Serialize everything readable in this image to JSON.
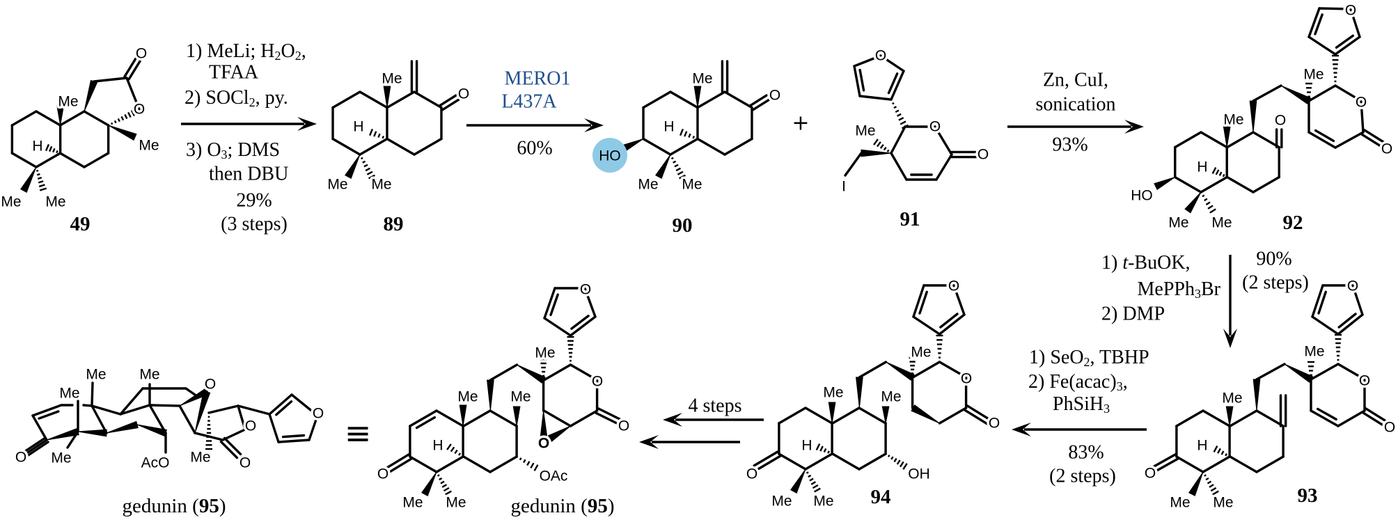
{
  "compounds": {
    "c49": {
      "label": "49",
      "atoms": [
        "Me",
        "H",
        "O",
        "O",
        "Me",
        "Me",
        "Me"
      ]
    },
    "c89": {
      "label": "89",
      "atoms": [
        "Me",
        "H",
        "O",
        "Me",
        "Me"
      ]
    },
    "c90": {
      "label": "90",
      "atoms": [
        "Me",
        "H",
        "O",
        "Me",
        "Me",
        "HO"
      ],
      "highlight_color": "#8ecae6"
    },
    "c91": {
      "label": "91",
      "atoms": [
        "O",
        "O",
        "O",
        "Me",
        "I"
      ]
    },
    "c92": {
      "label": "92",
      "atoms": [
        "Me",
        "O",
        "H",
        "HO",
        "Me",
        "Me",
        "Me",
        "O",
        "O",
        "O"
      ]
    },
    "c93": {
      "label": "93",
      "atoms": [
        "O",
        "Me",
        "Me",
        "H",
        "Me",
        "Me",
        "O",
        "O",
        "O"
      ]
    },
    "c94": {
      "label": "94",
      "atoms": [
        "O",
        "Me",
        "Me",
        "H",
        "Me",
        "Me",
        "Me",
        "OH",
        "O",
        "O",
        "O"
      ]
    },
    "c95_flat": {
      "label_parts": [
        "gedunin (",
        "95",
        ")"
      ],
      "atoms": [
        "O",
        "Me",
        "Me",
        "H",
        "Me",
        "Me",
        "Me",
        "OAc",
        "O",
        "O",
        "O",
        "O"
      ]
    },
    "c95_3d": {
      "label_parts": [
        "gedunin (",
        "95",
        ")"
      ],
      "atoms": [
        "O",
        "Me",
        "Me",
        "Me",
        "Me",
        "AcO",
        "O",
        "O",
        "O",
        "Me",
        "O"
      ]
    }
  },
  "reactions": {
    "r1": {
      "line1": [
        "1) MeLi; H",
        "2",
        "O",
        "2",
        ","
      ],
      "line2": "TFAA",
      "line3": [
        "2) SOCl",
        "2",
        ", py."
      ],
      "line4": [
        "3) O",
        "3",
        "; DMS"
      ],
      "line5": "then DBU",
      "yield": "29%",
      "steps": "(3 steps)"
    },
    "r2": {
      "enzyme": "MERO1",
      "mutant": "L437A",
      "yield": "60%",
      "color": "#1f4e8c"
    },
    "r3": {
      "line1": "Zn, CuI,",
      "line2": "sonication",
      "yield": "93%"
    },
    "r4": {
      "line1": [
        "1) ",
        "t",
        "-BuOK,"
      ],
      "line2": [
        "MePPh",
        "3",
        "Br"
      ],
      "line3": "2) DMP",
      "yield": "90%",
      "steps": "(2 steps)"
    },
    "r5": {
      "line1": [
        "1) SeO",
        "2",
        ", TBHP"
      ],
      "line2": [
        "2) Fe(acac)",
        "3",
        ","
      ],
      "line3": [
        "PhSiH",
        "3"
      ],
      "yield": "83%",
      "steps": "(2 steps)"
    },
    "r6": {
      "label": "4 steps"
    }
  },
  "symbols": {
    "plus": "+",
    "equivalent": "≡"
  }
}
